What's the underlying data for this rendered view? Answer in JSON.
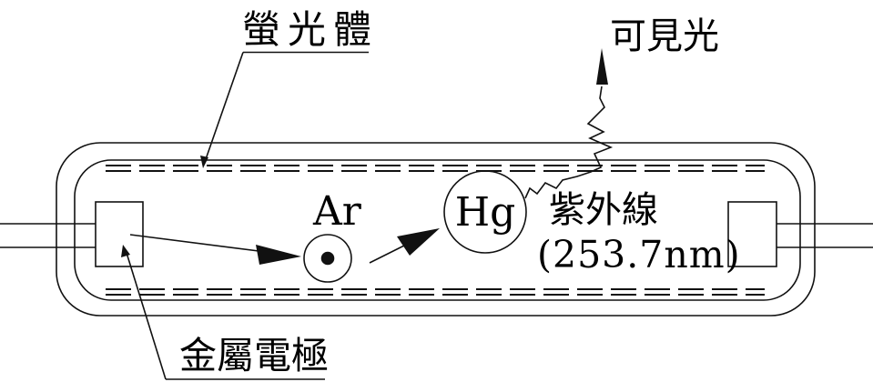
{
  "diagram": {
    "title_context": "fluorescent-lamp-principle-diagram",
    "labels": {
      "phosphor": "螢光體",
      "visible_light": "可見光",
      "ultraviolet": "紫外線",
      "uv_wavelength": "(253.7nm)",
      "metal_electrode": "金屬電極"
    },
    "atoms": {
      "argon": "Ar",
      "mercury": "Hg"
    },
    "colors": {
      "line": "#111111",
      "background": "#ffffff",
      "text": "#000000"
    }
  }
}
